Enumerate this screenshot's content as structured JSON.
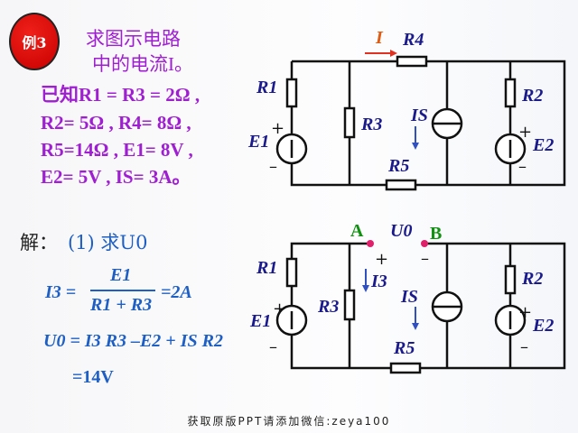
{
  "badge": "例3",
  "problem": {
    "line1": "求图示电路",
    "line2": "中的电流I。",
    "line3": "已知R1 = R3 = 2Ω ,",
    "line4": "R2= 5Ω , R4= 8Ω ,",
    "line5": "R5=14Ω , E1= 8V ,",
    "line6": "E2= 5V , IS= 3A。"
  },
  "solution": {
    "heading": "解：",
    "step": "(1) 求U0",
    "eq1_left": "I3 =",
    "eq1_num": "E1",
    "eq1_den": "R1 + R3",
    "eq1_right": "=2A",
    "eq2": "U0 = I3 R3 –E2 + IS R2",
    "eq3": "=14V"
  },
  "circuit1": {
    "current": "I",
    "R1": "R1",
    "R2": "R2",
    "R3": "R3",
    "R4": "R4",
    "R5": "R5",
    "E1": "E1",
    "E2": "E2",
    "IS": "IS"
  },
  "circuit2": {
    "A": "A",
    "B": "B",
    "U0": "U0",
    "I3": "I3",
    "R1": "R1",
    "R2": "R2",
    "R3": "R3",
    "R5": "R5",
    "E1": "E1",
    "E2": "E2",
    "IS": "IS"
  },
  "footer": "获取原版PPT请添加微信:zeya100"
}
